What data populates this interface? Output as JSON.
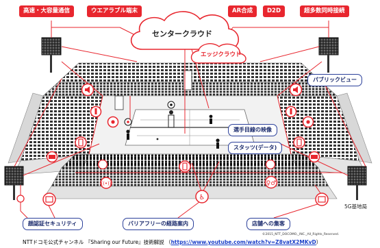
{
  "top_labels": {
    "high_capacity": "高速・大容量通信",
    "wearable": "ウエアラブル端末",
    "ar": "AR合成",
    "d2d": "D2D",
    "multi_connect": "超多数同時接続"
  },
  "cloud": {
    "center": "センタークラウド",
    "edge": "エッジクラウド"
  },
  "info_labels": {
    "public_view": "パブリックビュー",
    "player_view": "選手目線の映像",
    "stats": "スタッツ(データ)"
  },
  "bottom_labels": {
    "face_security": "顔認証セキュリティ",
    "barrier_free": "バリアフリーの経路案内",
    "store": "店舗への集客"
  },
  "base_station": "5G基地局",
  "copyright": "©2015_NTT_DOCOMO,_INC._All_Rights_Reserved.",
  "caption": {
    "text": "NTTドコモ公式チャンネル 『Sharing our Future』技術解説 （",
    "link": "https://www.youtube.com/watch?v=Z8vatX2MKvD",
    "close": "）"
  },
  "colors": {
    "accent_red": "#e8262e",
    "navy": "#2a3f9a"
  }
}
